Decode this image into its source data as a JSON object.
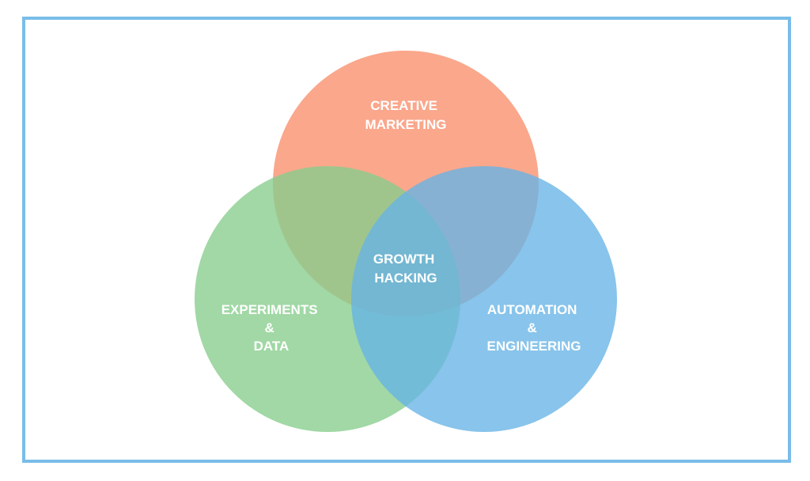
{
  "diagram": {
    "type": "venn",
    "sets": [
      {
        "id": "creative-marketing",
        "lines": [
          "CREATIVE",
          "MARKETING"
        ],
        "color": "#f98e6c"
      },
      {
        "id": "experiments-data",
        "lines": [
          "EXPERIMENTS",
          "&",
          "DATA"
        ],
        "color": "#86cd8c"
      },
      {
        "id": "automation-engineering",
        "lines": [
          "AUTOMATION",
          "&",
          "ENGINEERING"
        ],
        "color": "#66b3e6"
      }
    ],
    "center": {
      "lines": [
        "GROWTH",
        "HACKING"
      ]
    },
    "frame_color": "#79bde8"
  }
}
